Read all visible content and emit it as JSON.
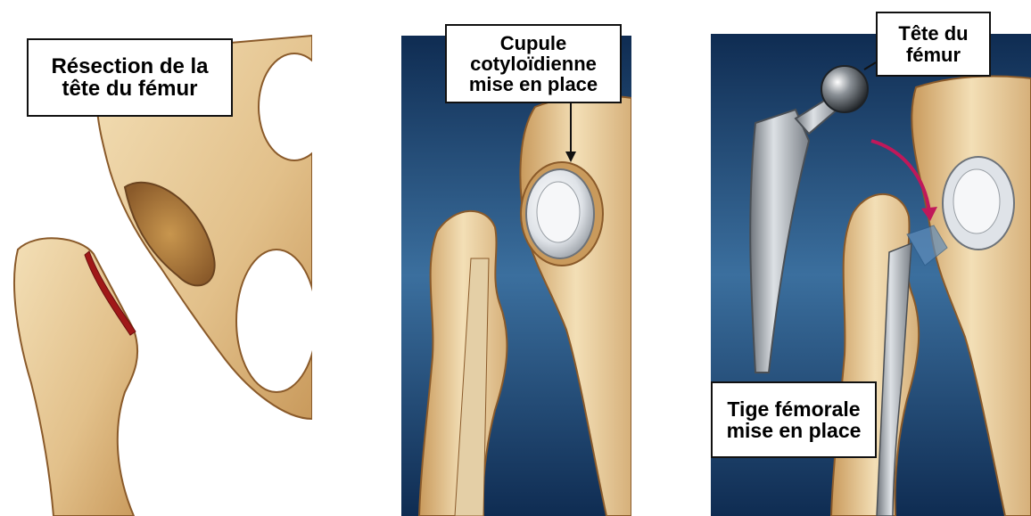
{
  "labels": {
    "resection": [
      "Résection de la",
      "tête du fémur"
    ],
    "cupule": [
      "Cupule",
      "cotyloïdienne",
      "mise en place"
    ],
    "tete": [
      "Tête du",
      "fémur"
    ],
    "tige": [
      "Tige fémorale",
      "mise en place"
    ]
  },
  "colors": {
    "bone": "#ecd2a2",
    "bone_shadow": "#c99a5c",
    "bone_outline": "#8a5a2a",
    "background_blue_dark": "#0f2c52",
    "background_blue_light": "#3b6f9e",
    "cut_surface": "#a01818",
    "metal": "#b8bcc2",
    "arrow_red": "#c0185a"
  }
}
